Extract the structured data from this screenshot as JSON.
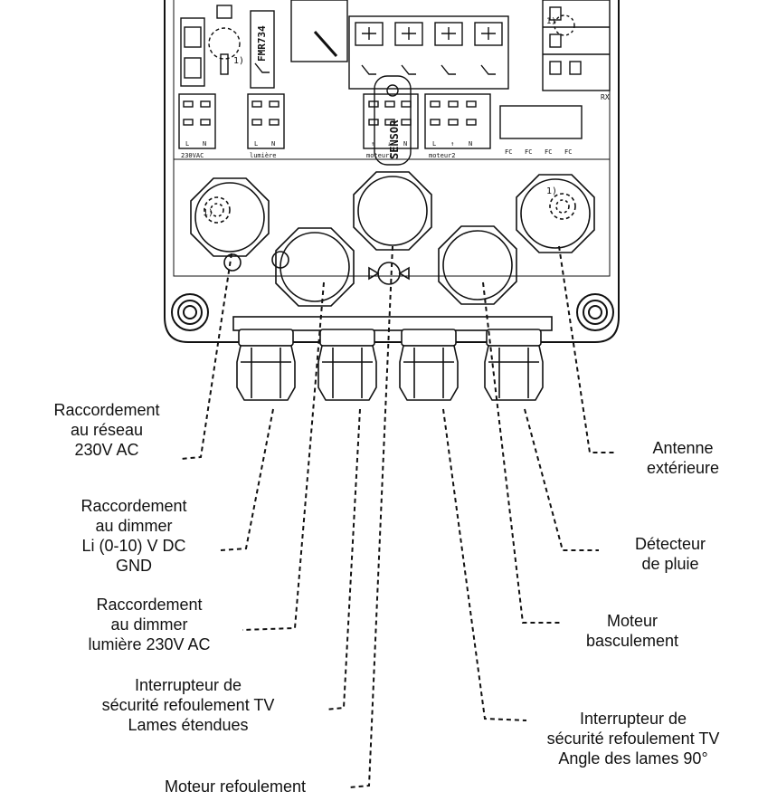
{
  "board": {
    "fuse_marker": "1)",
    "relay_marker": "1)",
    "relay_code": "FMR734",
    "sensor_module": "SENSOR",
    "terminals": [
      {
        "pins": [
          "L",
          "N"
        ],
        "label": "230VAC"
      },
      {
        "pins": [
          "L",
          "N"
        ],
        "label": "lumière"
      },
      {
        "pins": [
          "↑",
          "↓",
          "N"
        ],
        "label": "moteur1"
      },
      {
        "pins": [
          "L",
          "↑",
          "N"
        ],
        "label": "moteur2"
      },
      {
        "pins": [
          "FC",
          "FC",
          "FC",
          "FC"
        ],
        "label": ""
      }
    ],
    "gland_markers": [
      "1)",
      "1)"
    ],
    "right_side_code": "RX"
  },
  "labels": {
    "reseau": [
      "Raccordement",
      "au réseau",
      "230V AC"
    ],
    "dimmer_dc": [
      "Raccordement",
      "au dimmer",
      "Li (0-10) V DC",
      "GND"
    ],
    "dimmer_ac": [
      "Raccordement",
      "au dimmer",
      "lumière 230V AC"
    ],
    "switch_extended": [
      "Interrupteur de",
      "sécurité refoulement TV",
      "Lames étendues"
    ],
    "motor_retract": [
      "Moteur refoulement"
    ],
    "antenna": [
      "Antenne",
      "extérieure"
    ],
    "rain": [
      "Détecteur",
      "de pluie"
    ],
    "motor_tilt": [
      "Moteur",
      "basculement"
    ],
    "switch_angle": [
      "Interrupteur de",
      "sécurité refoulement TV",
      "Angle des lames 90°"
    ]
  }
}
